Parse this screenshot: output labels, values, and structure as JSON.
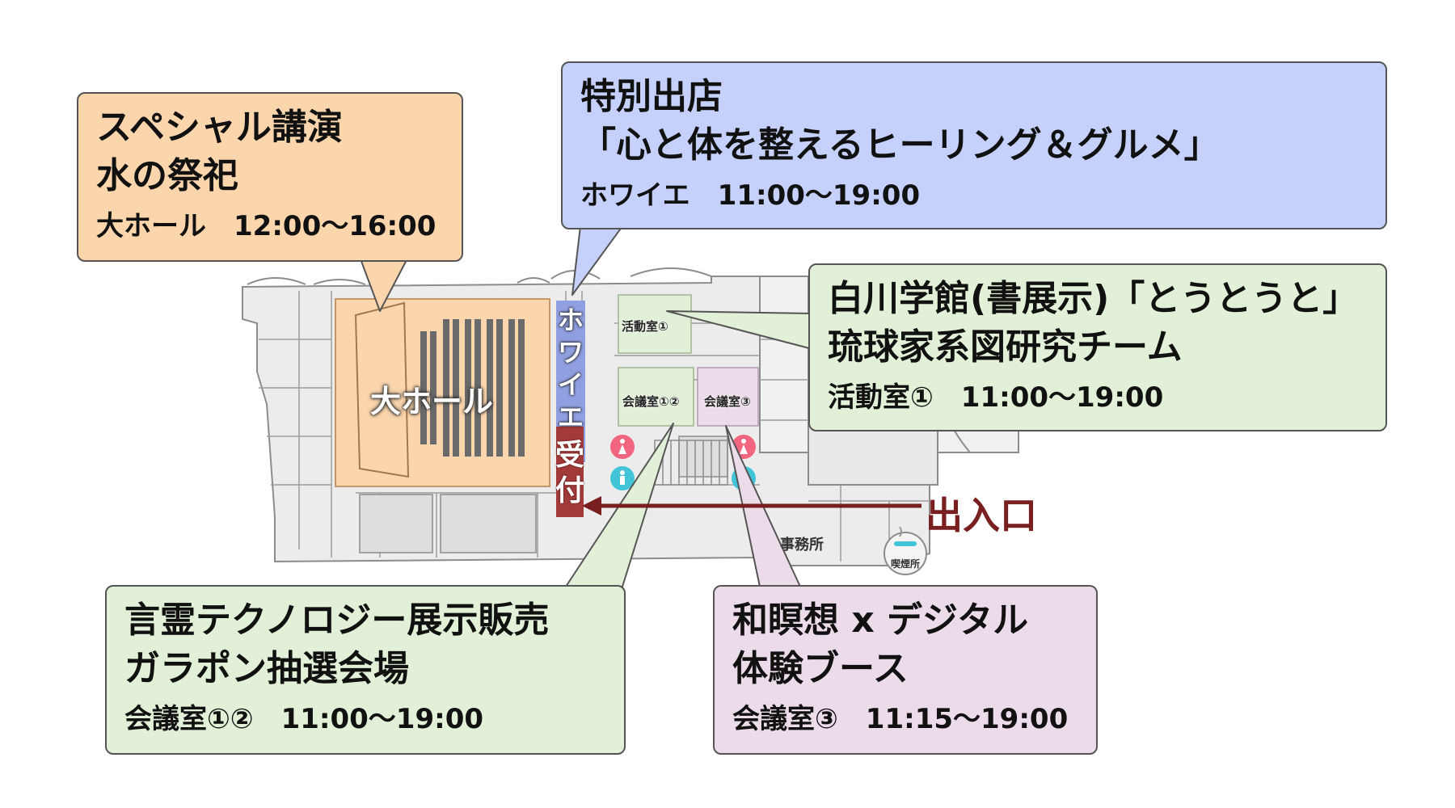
{
  "callouts": {
    "special_lecture": {
      "title_1": "スペシャル講演",
      "title_2": "水の祭祀",
      "place_time": "大ホール　12:00〜16:00",
      "color": "#fbd6ad"
    },
    "special_shop": {
      "title_1": "特別出店",
      "title_2": "「心と体を整えるヒーリング＆グルメ」",
      "place_time": "ホワイエ　11:00〜19:00",
      "color": "#c6d1fb"
    },
    "shirakawa": {
      "title_1": "白川学館(書展示)「とうとうと」",
      "title_2": "琉球家系図研究チーム",
      "place_time": "活動室①　11:00〜19:00",
      "color": "#e2f0d8"
    },
    "kotodama": {
      "title_1": "言霊テクノロジー展示販売",
      "title_2": "ガラポン抽選会場",
      "place_time": "会議室①②　11:00〜19:00",
      "color": "#e2f0d8"
    },
    "meditation": {
      "title_1": "和瞑想 x デジタル",
      "title_2": "体験ブース",
      "place_time": "会議室③　11:15〜19:00",
      "color": "#ecdbe9"
    }
  },
  "map": {
    "big_hall": "大ホール",
    "foyer": [
      "ホ",
      "ワ",
      "イ",
      "エ"
    ],
    "reception": [
      "受",
      "付"
    ],
    "activity_room_1": "活動室①",
    "meeting_room_12": "会議室①②",
    "meeting_room_3": "会議室③",
    "office": "事務所",
    "smoking_area": "喫煙所",
    "entrance": "出入口"
  },
  "icons": [
    "womens-restroom-icon",
    "mens-restroom-icon",
    "smoking-area-icon"
  ],
  "colors": {
    "hall_fill": "#fbd6ad",
    "foyer_fill": "#8f9fe0",
    "reception_fill": "#a33a3a",
    "entrance_arrow": "#7a1f1f",
    "women_icon": "#f2657f",
    "men_icon": "#41c4d8"
  }
}
